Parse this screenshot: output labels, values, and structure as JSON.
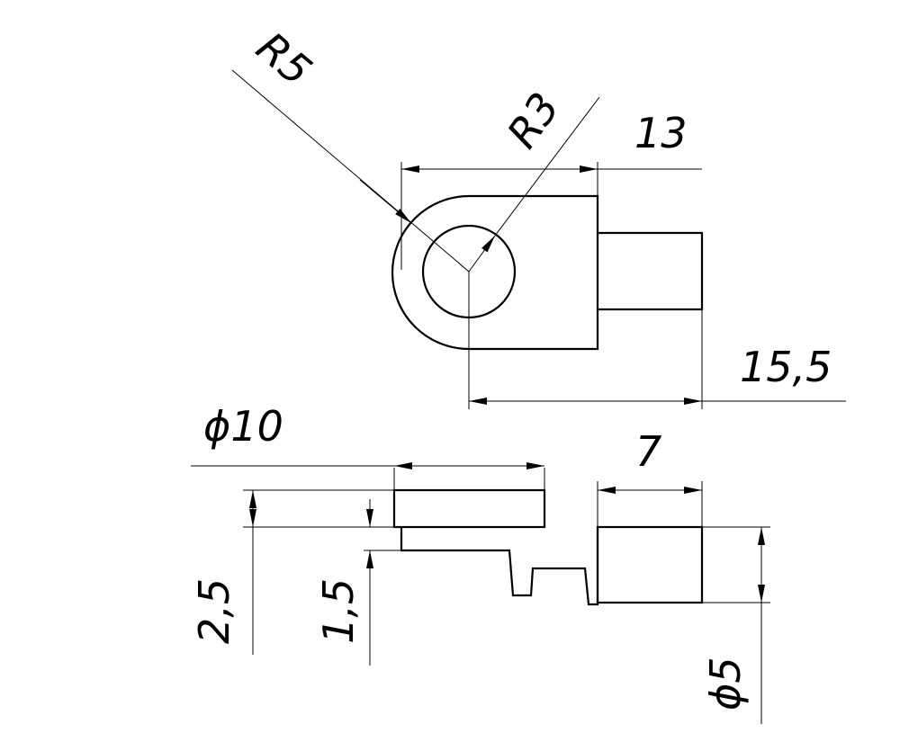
{
  "drawing": {
    "dimensions": {
      "r5": "R5",
      "r3": "R3",
      "d13": "13",
      "d15_5": "15,5",
      "dia10": "ϕ10",
      "d7": "7",
      "d2_5": "2,5",
      "d1_5": "1,5",
      "dia5": "ϕ5"
    }
  }
}
